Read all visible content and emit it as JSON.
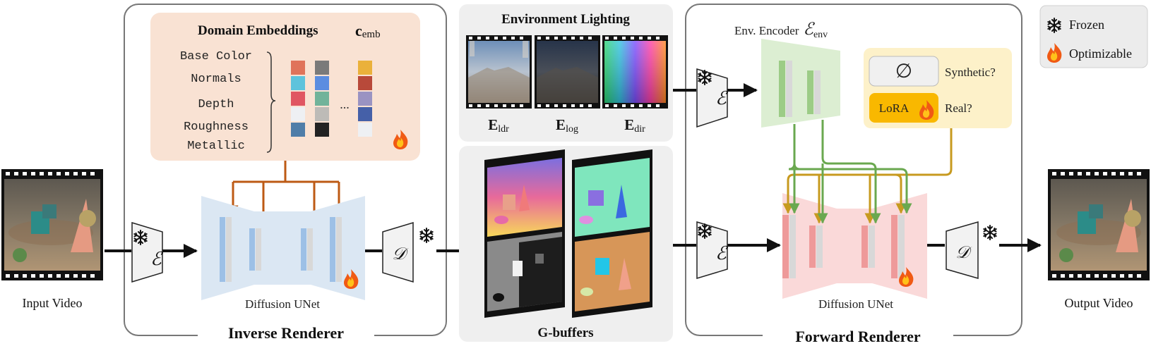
{
  "legend": {
    "frozen_label": "Frozen",
    "optimizable_label": "Optimizable",
    "frozen_icon": "snowflake-icon",
    "optimizable_icon": "fire-icon"
  },
  "inverse_renderer": {
    "title": "Inverse Renderer",
    "unet_label": "Diffusion UNet",
    "domain_embeddings": {
      "title": "Domain Embeddings",
      "symbol": "c",
      "symbol_sub": "emb",
      "items": [
        "Base Color",
        "Normals",
        "Depth",
        "Roughness",
        "Metallic"
      ],
      "ellipsis": "..."
    }
  },
  "input": {
    "label": "Input Video"
  },
  "output": {
    "label": "Output Video"
  },
  "encoder_symbol": "ℰ",
  "decoder_symbol": "𝒟",
  "environment_lighting": {
    "title": "Environment Lighting",
    "maps": [
      {
        "symbol": "E",
        "sub": "ldr"
      },
      {
        "symbol": "E",
        "sub": "log"
      },
      {
        "symbol": "E",
        "sub": "dir"
      }
    ]
  },
  "gbuffers": {
    "title": "G-buffers"
  },
  "forward_renderer": {
    "title": "Forward Renderer",
    "unet_label": "Diffusion UNet",
    "env_encoder": {
      "label": "Env. Encoder",
      "symbol": "ℰ",
      "sub": "env"
    },
    "conditions": {
      "null_symbol": "∅",
      "synthetic_label": "Synthetic?",
      "lora_label": "LoRA",
      "real_label": "Real?"
    }
  },
  "colors": {
    "embed_bg": "#f9e2d3",
    "cond_bg": "#fdf1c9",
    "lora": "#f9b800",
    "unet_blue": "#dbe7f3",
    "unet_pink": "#fad9d9",
    "env_green": "#dceed2",
    "orange_arrow": "#bd5a14",
    "green_arrow": "#6aa84f",
    "gold_arrow": "#c79a1f",
    "panel_gray": "#efefef"
  }
}
